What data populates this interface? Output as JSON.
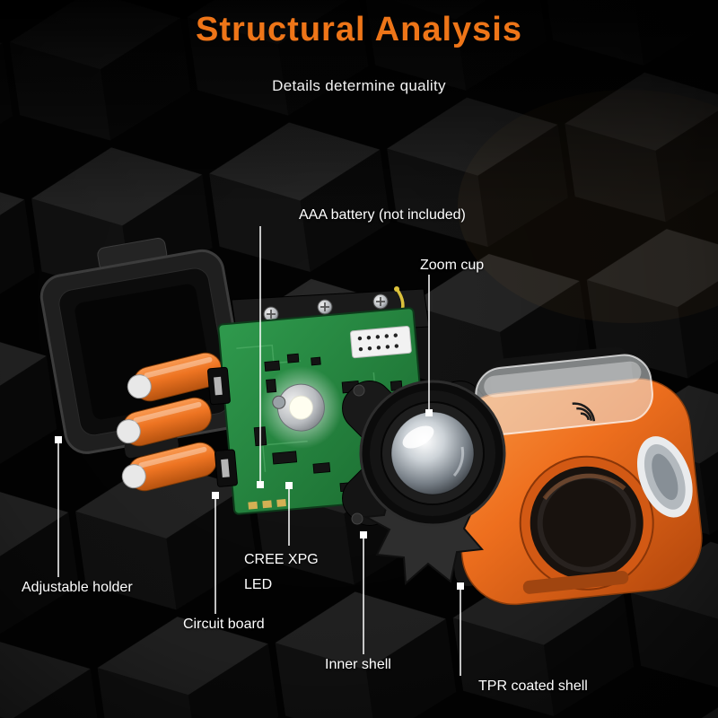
{
  "header": {
    "title": "Structural Analysis",
    "subtitle": "Details determine quality"
  },
  "callouts": {
    "battery": "AAA battery (not included)",
    "zoom_cup": "Zoom cup",
    "led": "CREE XPG LED",
    "circuit_board": "Circuit board",
    "adjustable_holder": "Adjustable holder",
    "inner_shell": "Inner shell",
    "tpr_shell": "TPR coated shell"
  },
  "colors": {
    "accent": "#ee7518",
    "label_text": "#ffffff",
    "battery_orange": "#ee7422",
    "pcb_green": "#2f9a4d",
    "shell_orange": "#ee6f1e"
  }
}
